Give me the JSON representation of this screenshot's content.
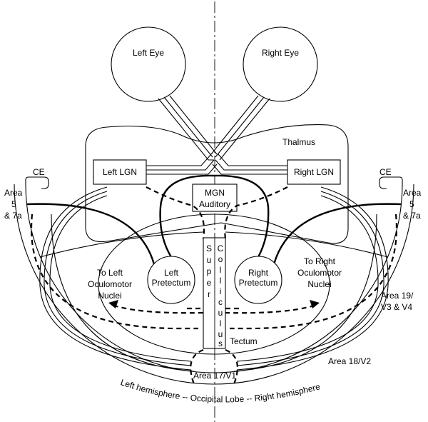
{
  "labels": {
    "left_eye": "Left Eye",
    "right_eye": "Right Eye",
    "thalamus": "Thalmus",
    "left_lgn": "Left LGN",
    "right_lgn": "Right LGN",
    "mgn": "MGN",
    "auditory": "Auditory",
    "ce_left": "CE",
    "ce_right": "CE",
    "area": "Area",
    "area_5": "5",
    "area_7a": "& 7a",
    "left_pretectum_1": "Left",
    "left_pretectum_2": "Pretectum",
    "right_pretectum_1": "Right",
    "right_pretectum_2": "Pretectum",
    "to_left_1": "To Left",
    "to_left_2": "Oculomotor",
    "to_left_3": "Nuclei",
    "to_right_1": "To Right",
    "to_right_2": "Oculomotor",
    "to_right_3": "Nuclei",
    "super": [
      "S",
      "u",
      "p",
      "e",
      "r"
    ],
    "colliculus": [
      "C",
      "o",
      "l",
      "l",
      "i",
      "c",
      "u",
      "l",
      "u",
      "s"
    ],
    "tectum": "Tectum",
    "area_19_1": "Area 19/",
    "area_19_2": "V3 & V4",
    "area_18": "Area 18/V2",
    "area_17": "Area 17/V1",
    "occipital_caption": "Left hemisphere -- Occipital Lobe -- Right hemisphere"
  }
}
